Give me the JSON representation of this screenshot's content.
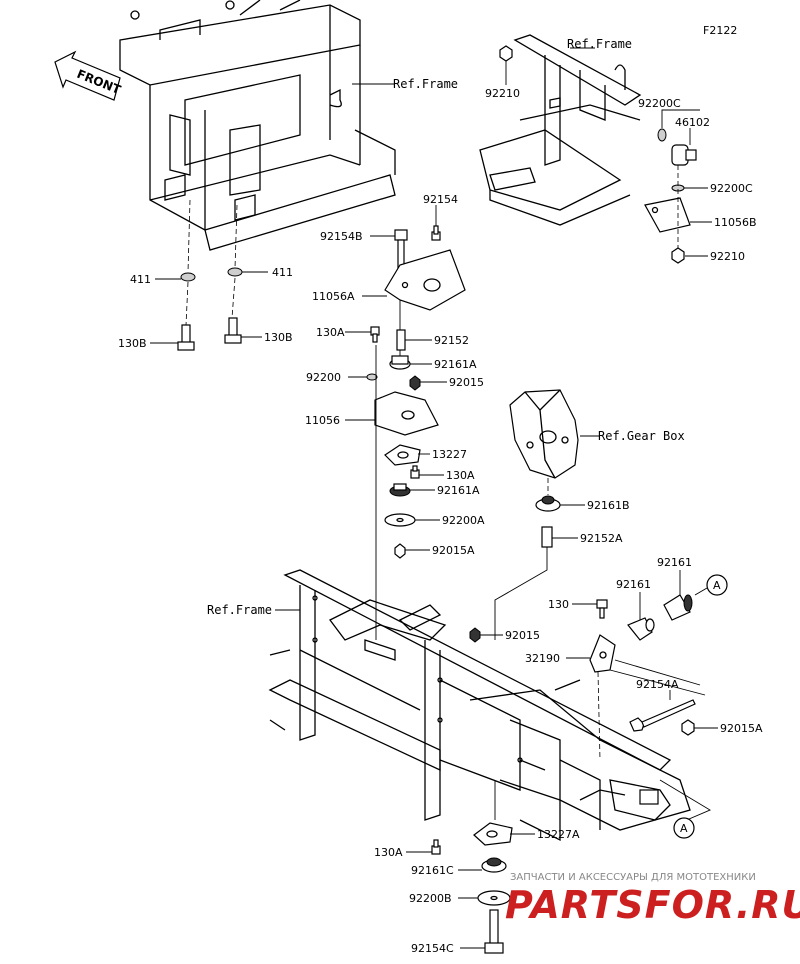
{
  "diagram_code": "F2122",
  "front_label": "FRONT",
  "refs": {
    "frame_top_left": "Ref.Frame",
    "frame_top_right": "Ref.Frame",
    "frame_bottom": "Ref.Frame",
    "gear_box": "Ref.Gear Box"
  },
  "callouts": {
    "a_right": "A",
    "a_bottom": "A"
  },
  "parts": {
    "p92210_top": "92210",
    "p92200c_1": "92200C",
    "p46102": "46102",
    "p92200c_2": "92200C",
    "p11056b": "11056B",
    "p92210_mid": "92210",
    "p92154": "92154",
    "p92154b": "92154B",
    "p11056a": "11056A",
    "p411_left": "411",
    "p411_right": "411",
    "p130b_left": "130B",
    "p130b_right": "130B",
    "p130a_1": "130A",
    "p92152": "92152",
    "p92161a_1": "92161A",
    "p92200": "92200",
    "p92015_1": "92015",
    "p11056": "11056",
    "p13227": "13227",
    "p130a_2": "130A",
    "p92161a_2": "92161A",
    "p92200a": "92200A",
    "p92015a_1": "92015A",
    "p92161b": "92161B",
    "p92152a": "92152A",
    "p92161_1": "92161",
    "p92161_2": "92161",
    "p130": "130",
    "p92015_2": "92015",
    "p32190": "32190",
    "p92154a": "92154A",
    "p92015a_2": "92015A",
    "p13227a": "13227A",
    "p130a_3": "130A",
    "p92161c": "92161C",
    "p92200b": "92200B",
    "p92154c": "92154C"
  },
  "watermark": {
    "tagline": "ЗАПЧАСТИ И АКСЕССУАРЫ ДЛЯ МОТОТЕХНИКИ",
    "brand": "PARTSFOR.RU"
  }
}
